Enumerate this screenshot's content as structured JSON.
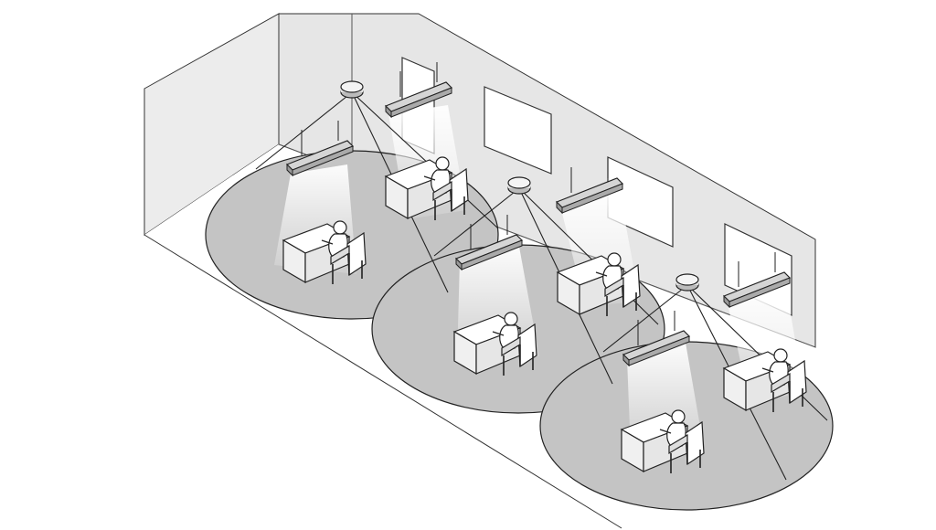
{
  "diagram": {
    "kind": "isometric office lighting illustration",
    "colors": {
      "background": "#ffffff",
      "wall": "#e9e9e9",
      "wall_light": "#f2f2f2",
      "floor": "#ffffff",
      "coverage_zone": "#b9b9b9",
      "coverage_zone_light": "#d2d2d2",
      "line": "#222222",
      "fixture": "#cfcfcf",
      "sensor": "#f4f4f4"
    },
    "sensor_count": 3,
    "coverage_zone_count": 3,
    "pendant_light_count": 6,
    "window_count": 4,
    "workstation_count": 6,
    "sensors": [
      {
        "name": "ceiling-occupancy-sensor",
        "icon": "ceiling-sensor-icon"
      },
      {
        "name": "ceiling-occupancy-sensor",
        "icon": "ceiling-sensor-icon"
      },
      {
        "name": "ceiling-occupancy-sensor",
        "icon": "ceiling-sensor-icon"
      }
    ],
    "workstations": [
      {
        "name": "workstation",
        "icon": "desk-with-seated-person-icon"
      },
      {
        "name": "workstation",
        "icon": "desk-with-seated-person-icon"
      },
      {
        "name": "workstation",
        "icon": "desk-with-seated-person-icon"
      },
      {
        "name": "workstation",
        "icon": "desk-with-seated-person-icon"
      },
      {
        "name": "workstation",
        "icon": "desk-with-seated-person-icon"
      },
      {
        "name": "workstation",
        "icon": "desk-with-seated-person-icon"
      }
    ]
  }
}
